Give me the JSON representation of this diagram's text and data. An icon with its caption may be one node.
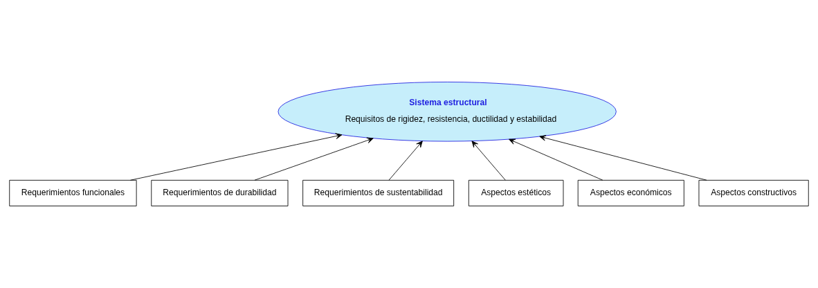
{
  "diagram": {
    "nodes": [
      {
        "text": [
          "Sistema estructural",
          "Requisitos de rigidez, resistencia, ductilidad y estabilidad"
        ]
      },
      {
        "text": [
          "Requerimientos funcionales"
        ]
      },
      {
        "text": [
          "Requerimientos de durabilidad"
        ]
      },
      {
        "text": [
          "Requerimientos de sustentabilidad"
        ]
      },
      {
        "text": [
          "Aspectos estéticos"
        ]
      },
      {
        "text": [
          "Aspectos económicos"
        ]
      },
      {
        "text": [
          "Aspectos constructivos"
        ]
      }
    ],
    "edges": [
      {
        "from": 1,
        "to": 0,
        "arrow": "to"
      },
      {
        "from": 2,
        "to": 0,
        "arrow": "to"
      },
      {
        "from": 3,
        "to": 0,
        "arrow": "to"
      },
      {
        "from": 4,
        "to": 0,
        "arrow": "to"
      },
      {
        "from": 5,
        "to": 0,
        "arrow": "to"
      },
      {
        "from": 6,
        "to": 0,
        "arrow": "to"
      }
    ]
  }
}
